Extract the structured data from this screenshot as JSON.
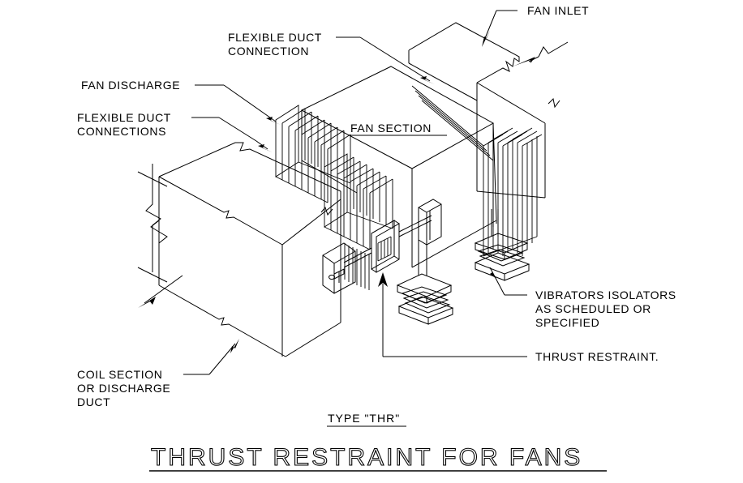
{
  "drawing": {
    "title": "THRUST RESTRAINT FOR FANS",
    "subtitle": "TYPE \"THR\"",
    "background_color": "#ffffff",
    "line_color": "#000000",
    "sheet_width": 916,
    "sheet_height": 596
  },
  "labels": {
    "fan_inlet": "FAN INLET",
    "flexible_duct_connection": {
      "line1": "FLEXIBLE DUCT",
      "line2": "CONNECTION"
    },
    "fan_discharge": "FAN DISCHARGE",
    "flexible_duct_connections": {
      "line1": "FLEXIBLE DUCT",
      "line2": "CONNECTIONS"
    },
    "fan_section": "FAN SECTION",
    "vibrators_isolators": {
      "line1": "VIBRATORS ISOLATORS",
      "line2": "AS SCHEDULED OR",
      "line3": "SPECIFIED"
    },
    "thrust_restraint": "THRUST RESTRAINT.",
    "coil_section": {
      "line1": "COIL SECTION",
      "line2": "OR DISCHARGE",
      "line3": "DUCT"
    }
  },
  "components": [
    {
      "id": "fan-section-housing",
      "name": "Fan Section Housing"
    },
    {
      "id": "fan-inlet-housing",
      "name": "Fan Inlet Housing"
    },
    {
      "id": "coil-section-housing",
      "name": "Coil Section or Discharge Duct"
    },
    {
      "id": "flexible-duct-bellows-upper",
      "name": "Upper Flexible Duct Bellows"
    },
    {
      "id": "flexible-duct-bellows-lower",
      "name": "Lower Flexible Duct Bellows"
    },
    {
      "id": "flexible-duct-bellows-inlet",
      "name": "Inlet Flexible Duct Bellows"
    },
    {
      "id": "thrust-restraint-assembly",
      "name": "Thrust Restraint Assembly"
    },
    {
      "id": "vibration-isolator-front",
      "name": "Vibration Isolator Front"
    },
    {
      "id": "vibration-isolator-rear",
      "name": "Vibration Isolator Rear"
    }
  ]
}
